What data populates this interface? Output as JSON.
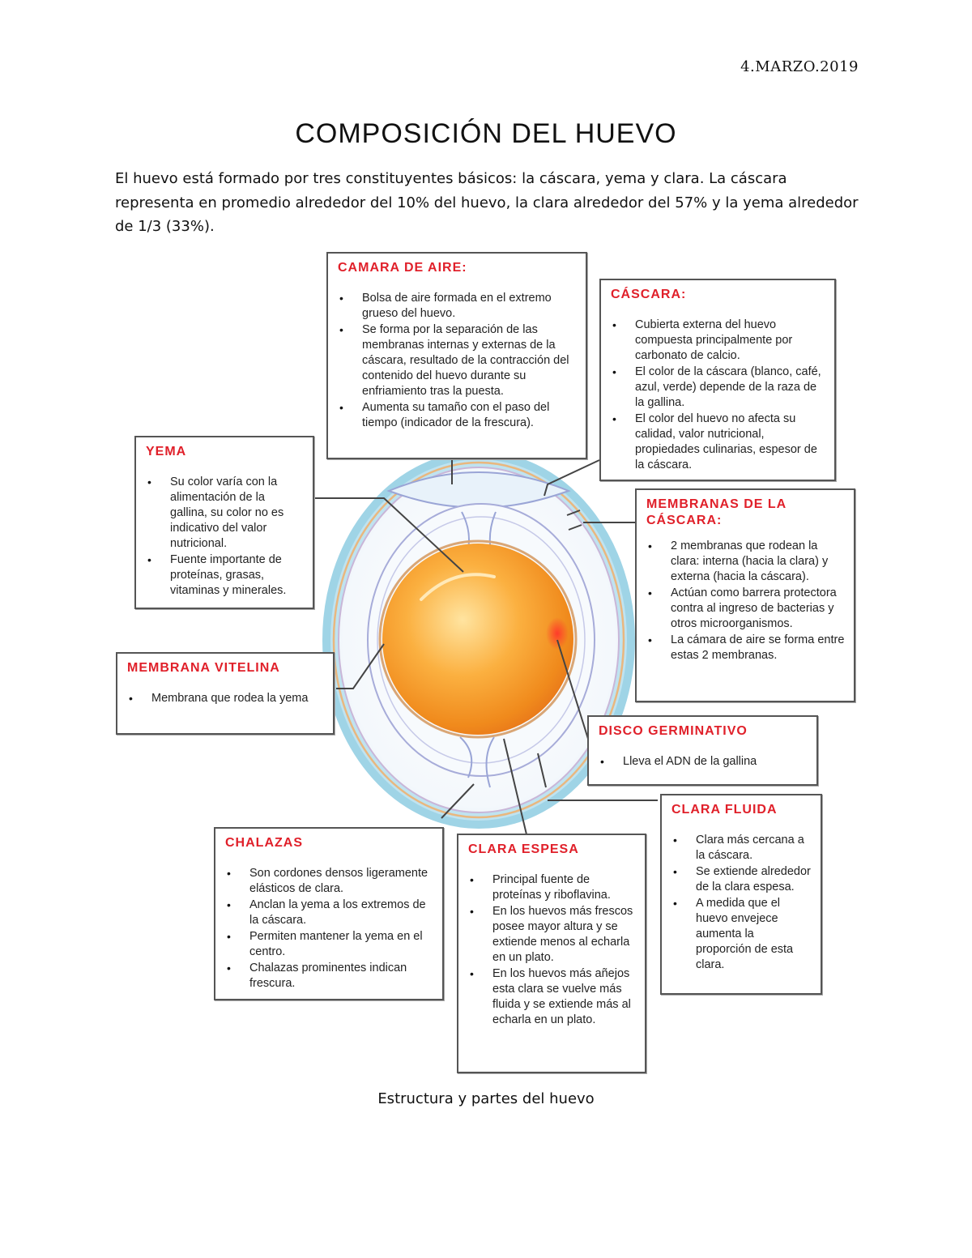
{
  "date": "4.MARZO.2019",
  "title": "COMPOSICIÓN DEL HUEVO",
  "intro": "El huevo está formado por tres constituyentes básicos: la cáscara, yema y clara. La cáscara representa en promedio alrededor del 10% del huevo, la clara alrededor del 57% y la yema alrededor de 1/3 (33%).",
  "caption": "Estructura y partes del huevo",
  "colors": {
    "heading_red": "#e0202a",
    "yolk": "#f5a623",
    "shell": "#9fd4e6"
  },
  "boxes": {
    "camara": {
      "heading": "CAMARA DE AIRE:",
      "items": [
        "Bolsa de aire formada en el extremo grueso del huevo.",
        "Se forma por la separación de las membranas internas y externas de la cáscara, resultado de la contracción del contenido del huevo durante su enfriamiento tras la puesta.",
        "Aumenta su tamaño con el paso del tiempo (indicador de la frescura)."
      ]
    },
    "cascara": {
      "heading": "CÁSCARA:",
      "items": [
        "Cubierta externa del huevo compuesta principalmente por carbonato de calcio.",
        "El color de la cáscara (blanco, café, azul, verde) depende de la raza de la gallina.",
        "El color del huevo no afecta su calidad, valor nutricional, propiedades culinarias, espesor de la cáscara."
      ]
    },
    "yema": {
      "heading": "YEMA",
      "items": [
        "Su color varía con la alimentación de la gallina, su color no es indicativo del valor nutricional.",
        "Fuente importante de proteínas, grasas, vitaminas y minerales."
      ]
    },
    "membranas": {
      "heading": "MEMBRANAS DE LA CÁSCARA:",
      "items": [
        "2 membranas que rodean la clara: interna (hacia la clara) y externa (hacia la cáscara).",
        "Actúan como barrera protectora contra al ingreso de bacterias y otros microorganismos.",
        "La cámara de aire se forma entre estas 2 membranas."
      ]
    },
    "vitelina": {
      "heading": "MEMBRANA VITELINA",
      "items": [
        "Membrana que rodea la yema"
      ]
    },
    "disco": {
      "heading": "DISCO GERMINATIVO",
      "items": [
        "Lleva el ADN de la gallina"
      ]
    },
    "chalazas": {
      "heading": "CHALAZAS",
      "items": [
        "Son cordones densos ligeramente elásticos de clara.",
        "Anclan la yema a los extremos de la cáscara.",
        "Permiten mantener la yema en el centro.",
        "Chalazas prominentes indican frescura."
      ]
    },
    "clara_espesa": {
      "heading": "CLARA ESPESA",
      "items": [
        "Principal fuente de proteínas y riboflavina.",
        "En los huevos más frescos posee mayor altura y se extiende menos al echarla en un plato.",
        "En los huevos más añejos esta clara se vuelve más fluida y se extiende más al echarla en un plato."
      ]
    },
    "clara_fluida": {
      "heading": "CLARA FLUIDA",
      "items": [
        "Clara más cercana a la cáscara.",
        "Se extiende alrededor de la clara espesa.",
        "A medida que el huevo envejece aumenta la proporción de esta clara."
      ]
    }
  }
}
